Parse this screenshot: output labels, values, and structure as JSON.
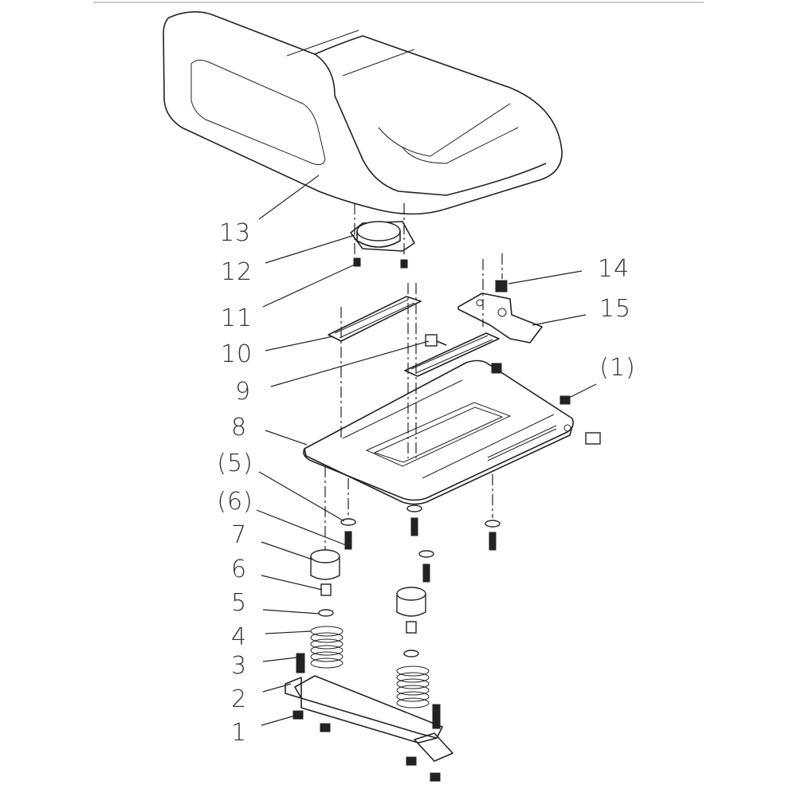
{
  "diagram": {
    "callouts": [
      {
        "id": "13",
        "text": "13"
      },
      {
        "id": "12",
        "text": "12"
      },
      {
        "id": "11",
        "text": "11"
      },
      {
        "id": "10",
        "text": "10"
      },
      {
        "id": "9",
        "text": "9"
      },
      {
        "id": "8",
        "text": "8"
      },
      {
        "id": "p5",
        "text": "(5)"
      },
      {
        "id": "p6",
        "text": "(6)"
      },
      {
        "id": "7",
        "text": "7"
      },
      {
        "id": "6",
        "text": "6"
      },
      {
        "id": "5",
        "text": "5"
      },
      {
        "id": "4",
        "text": "4"
      },
      {
        "id": "3",
        "text": "3"
      },
      {
        "id": "2",
        "text": "2"
      },
      {
        "id": "1",
        "text": "1"
      },
      {
        "id": "14",
        "text": "14"
      },
      {
        "id": "15",
        "text": "15"
      },
      {
        "id": "p1",
        "text": "(1)"
      }
    ]
  }
}
